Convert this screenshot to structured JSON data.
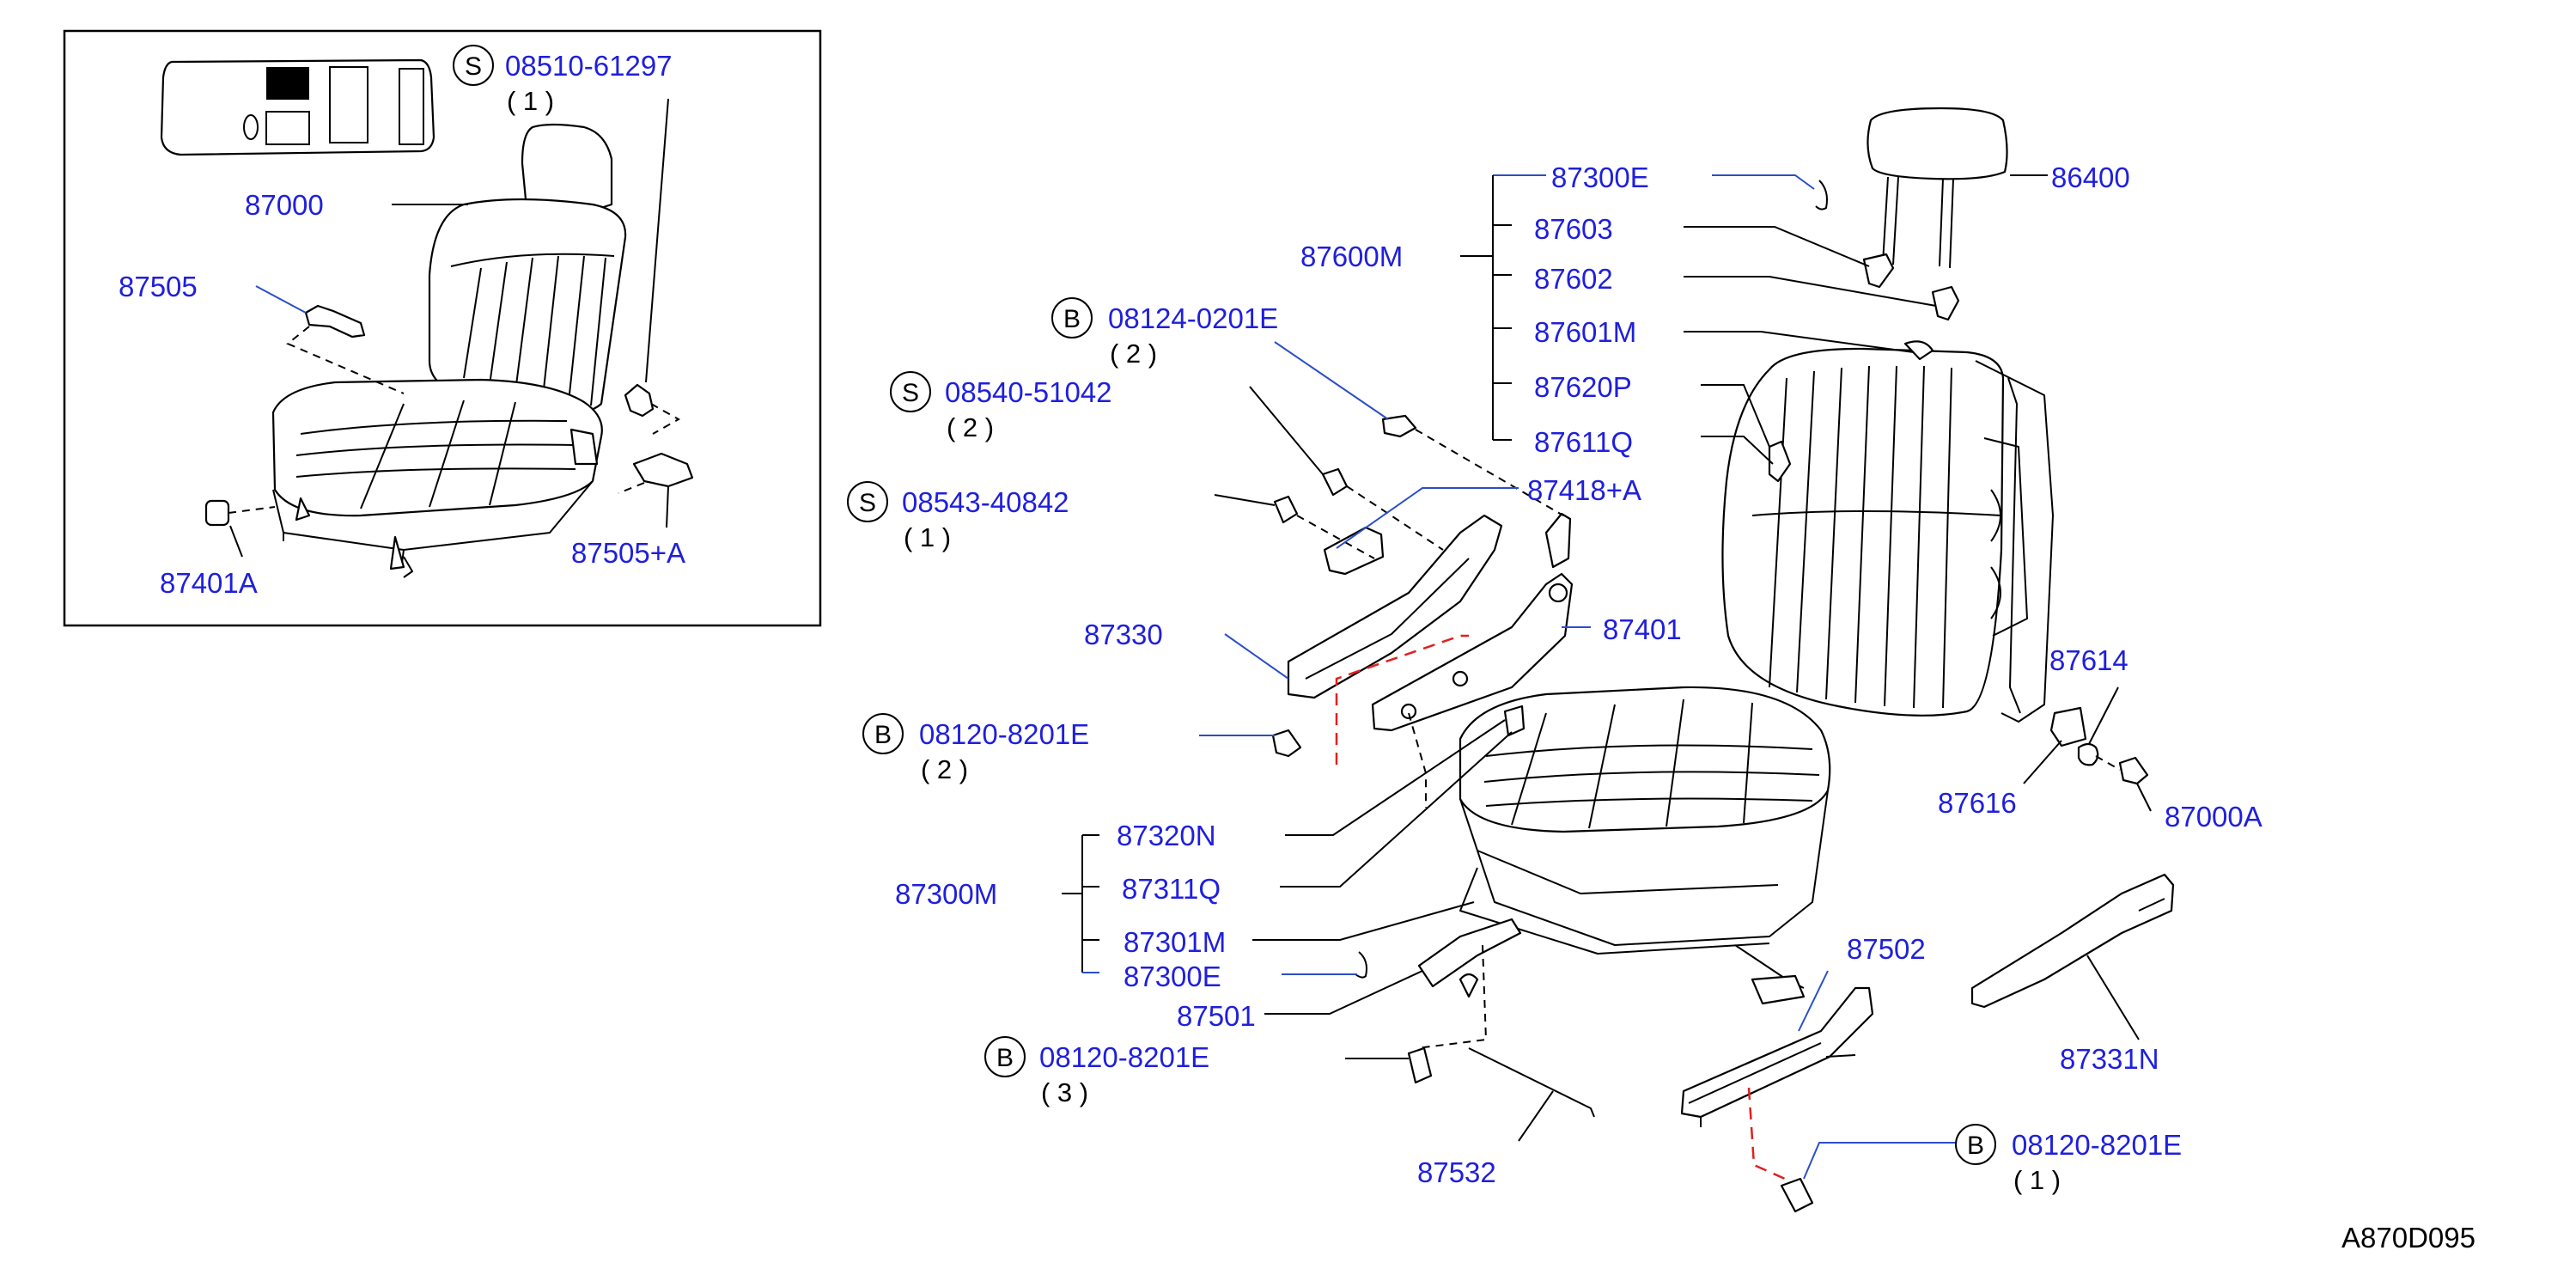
{
  "diagram_id": "A870D095",
  "inset": {
    "labels": {
      "p87000": "87000",
      "p87505": "87505",
      "p87505a": "87505+A",
      "p87401a": "87401A"
    },
    "screw": {
      "badge": "S",
      "code": "08510-61297",
      "qty": "( 1 )"
    }
  },
  "main": {
    "labels": {
      "p86400": "86400",
      "p87600m": "87600M",
      "p87300e_top": "87300E",
      "p87603": "87603",
      "p87602": "87602",
      "p87601m": "87601M",
      "p87620p": "87620P",
      "p87611q": "87611Q",
      "p87418a": "87418+A",
      "p87330": "87330",
      "p87401": "87401",
      "p87614": "87614",
      "p87616": "87616",
      "p87000a": "87000A",
      "p87300m": "87300M",
      "p87320n": "87320N",
      "p87311q": "87311Q",
      "p87301m": "87301M",
      "p87300e_bot": "87300E",
      "p87501": "87501",
      "p87502": "87502",
      "p87331n": "87331N",
      "p87532": "87532"
    },
    "fasteners": [
      {
        "badge": "B",
        "code": "08124-0201E",
        "qty": "( 2 )"
      },
      {
        "badge": "S",
        "code": "08540-51042",
        "qty": "( 2 )"
      },
      {
        "badge": "S",
        "code": "08543-40842",
        "qty": "( 1 )"
      },
      {
        "badge": "B",
        "code": "08120-8201E",
        "qty": "( 2 )"
      },
      {
        "badge": "B",
        "code": "08120-8201E",
        "qty": "( 3 )"
      },
      {
        "badge": "B",
        "code": "08120-8201E",
        "qty": "( 1 )"
      }
    ]
  }
}
